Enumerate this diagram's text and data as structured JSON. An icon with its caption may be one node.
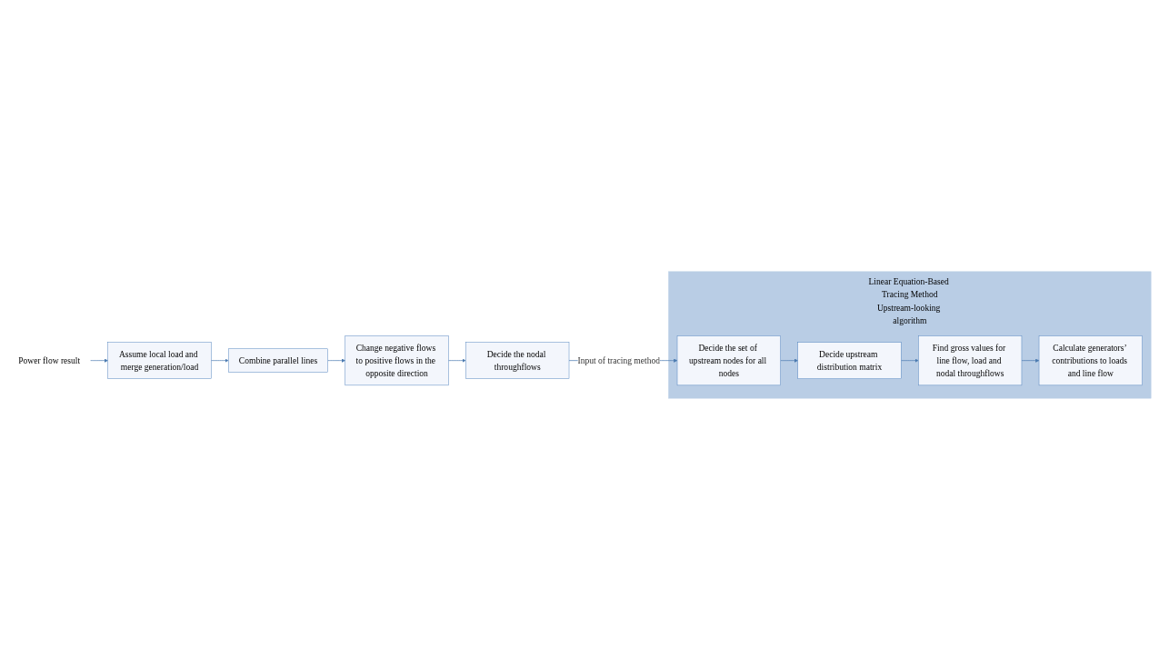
{
  "diagram": {
    "nodes": [
      {
        "text": [
          "Power flow result"
        ]
      },
      {
        "text": [
          "Assume local load and merge generation/load"
        ]
      },
      {
        "text": [
          "Combine parallel lines"
        ]
      },
      {
        "text": [
          "Change negative flows to positive flows in the opposite direction"
        ]
      },
      {
        "text": [
          "Decide the nodal throughflows"
        ]
      },
      {
        "text": [
          "Linear Equation-Based Tracing Method",
          "Upstream-looking algorithm"
        ]
      },
      {
        "text": [
          "Decide the set of upstream nodes for all nodes"
        ],
        "in": 5
      },
      {
        "text": [
          "Decide upstream distribution matrix"
        ],
        "in": 5
      },
      {
        "text": [
          "Find gross values for line flow, load and nodal throughflows"
        ],
        "in": 5
      },
      {
        "text": [
          "Calculate generators’ contributions to loads and line flow"
        ],
        "in": 5
      }
    ],
    "edges": [
      {
        "from": 0,
        "to": 1,
        "arrow": "to"
      },
      {
        "from": 1,
        "to": 2,
        "arrow": "to"
      },
      {
        "from": 2,
        "to": 3,
        "arrow": "to"
      },
      {
        "from": 3,
        "to": 4,
        "arrow": "to"
      },
      {
        "from": 4,
        "to": 6,
        "arrow": "to",
        "label": "Input of tracing method"
      },
      {
        "from": 6,
        "to": 7,
        "arrow": "to"
      },
      {
        "from": 7,
        "to": 8,
        "arrow": "to"
      },
      {
        "from": 8,
        "to": 9,
        "arrow": "to"
      }
    ]
  }
}
